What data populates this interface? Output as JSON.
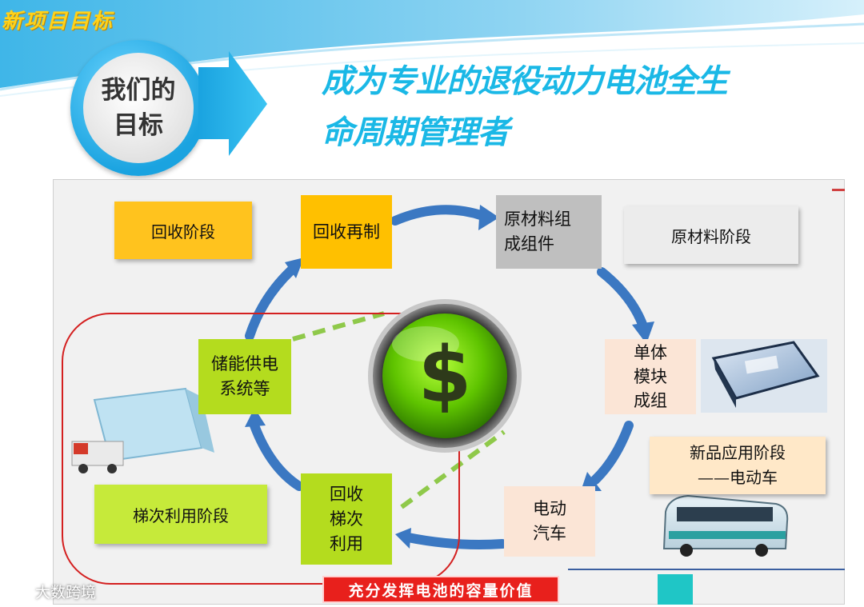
{
  "header": {
    "slide_heading": "新项目目标",
    "badge": {
      "line1": "我们的",
      "line2": "目标"
    },
    "goal": {
      "line1": "成为专业的退役动力电池全生",
      "line2": "命周期管理者"
    }
  },
  "diagram": {
    "stages": {
      "recycle": "回收阶段",
      "raw_material": "原材料阶段",
      "new_product_line1": "新品应用阶段",
      "new_product_line2": "——电动车",
      "cascade": "梯次利用阶段"
    },
    "nodes": {
      "remanufacture": "回收再制",
      "raw_assembly": [
        "原材料组",
        "成组件"
      ],
      "cell_module": [
        "单体",
        "模块",
        "成组"
      ],
      "ev": [
        "电动",
        "汽车"
      ],
      "cascade_use": [
        "回收",
        "梯次",
        "利用"
      ],
      "storage": [
        "储能供电",
        "系统等"
      ]
    },
    "center_icon": "dollar-sign-icon",
    "caption": "充分发挥电池的容量价值"
  },
  "watermark": {
    "text": "大数跨境",
    "icon": "wechat-bubble-icon"
  },
  "colors": {
    "accent_blue": "#1ab8e6",
    "heading_yellow": "#ffd21a",
    "stage_yellow": "#ffc31e",
    "node_orange": "#ffc000",
    "node_gray": "#bfbfbf",
    "node_peach": "#fbe5d6",
    "node_lime": "#b4dc1e",
    "arrow_blue": "#3b78c2",
    "highlight_red": "#e8201c"
  }
}
